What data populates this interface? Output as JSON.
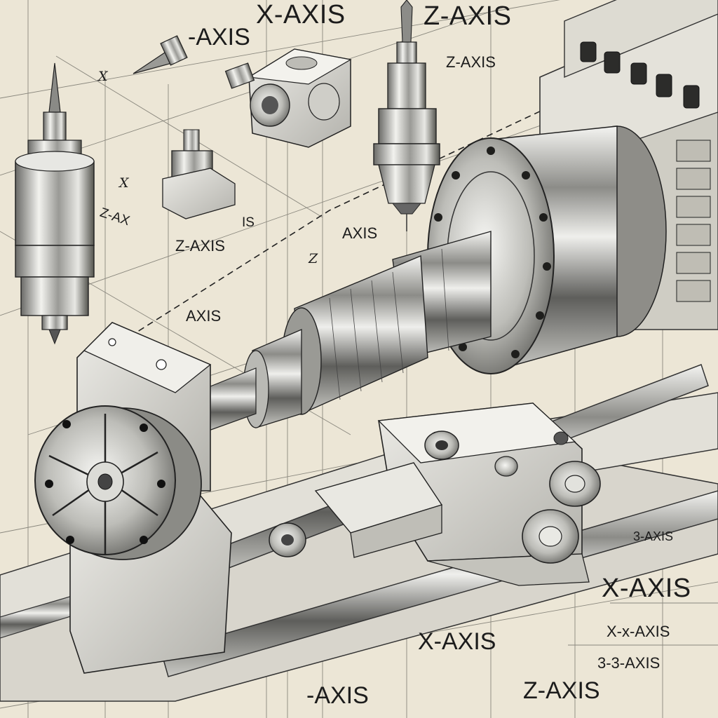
{
  "labels": {
    "top_x_axis": "X-AXIS",
    "top_z_axis": "Z-AXIS",
    "top_left_axis": "-AXIS",
    "spindle_z_axis": "Z-AXIS",
    "small_x": "X",
    "mid_x": "X",
    "z_ax": "Z-AX",
    "left_z_axis": "Z-AXIS",
    "is": "IS",
    "mid_axis": "AXIS",
    "z_mark": "Z",
    "left_axis": "AXIS",
    "right_small": "3-AXIS",
    "bottom_right_x_axis": "X-AXIS",
    "legend_1": "X-x-AXIS",
    "legend_2": "3-3-AXIS",
    "bottom_x_axis": "X-AXIS",
    "bottom_axis": "-AXIS",
    "bottom_z_axis": "Z-AXIS"
  },
  "colors": {
    "paper": "#ece6d6",
    "ink": "#1c1c1c",
    "steel_light": "#e6e6e2",
    "steel_dark": "#6d6d6b"
  }
}
